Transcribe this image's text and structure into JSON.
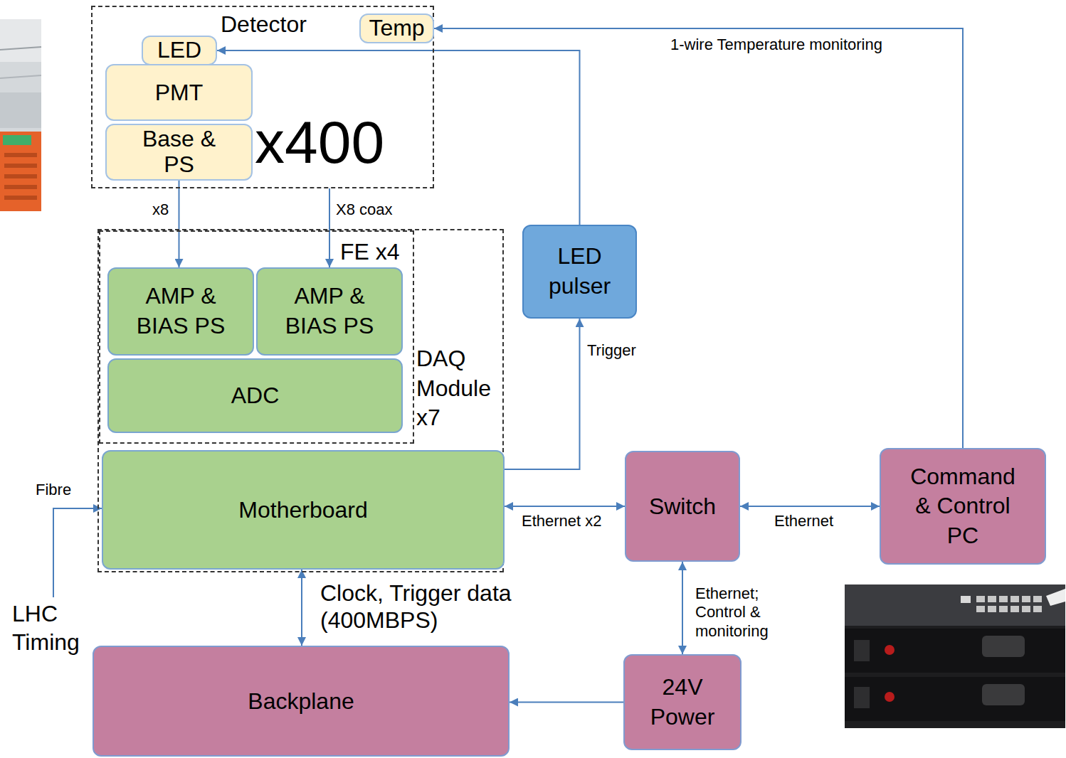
{
  "diagram": {
    "nodes": [
      {
        "text": [
          "Detector",
          "x400"
        ]
      },
      {
        "text": [
          "LED"
        ],
        "in": 0
      },
      {
        "text": [
          "Temp"
        ],
        "in": 0
      },
      {
        "text": [
          "PMT"
        ],
        "in": 0
      },
      {
        "text": [
          "Base & PS"
        ],
        "in": 0
      },
      {
        "text": [
          "DAQ Module x7"
        ]
      },
      {
        "text": [
          "FE x4"
        ],
        "in": 5
      },
      {
        "text": [
          "AMP & BIAS PS"
        ],
        "in": 6
      },
      {
        "text": [
          "AMP & BIAS PS"
        ],
        "in": 6
      },
      {
        "text": [
          "ADC"
        ],
        "in": 6
      },
      {
        "text": [
          "Motherboard"
        ],
        "in": 5
      },
      {
        "text": [
          "LED pulser"
        ]
      },
      {
        "text": [
          "Switch"
        ]
      },
      {
        "text": [
          "Command & Control PC"
        ]
      },
      {
        "text": [
          "Backplane"
        ]
      },
      {
        "text": [
          "24V Power"
        ]
      }
    ],
    "edges": [
      {
        "from": 4,
        "to": 7,
        "label": "x8",
        "arrow": "to"
      },
      {
        "from": 0,
        "to": 8,
        "label": "X8 coax",
        "arrow": "to"
      },
      {
        "from": 10,
        "to": 11,
        "label": "Trigger",
        "arrow": "to"
      },
      {
        "from": 11,
        "to": 1,
        "arrow": "to"
      },
      {
        "from": 13,
        "to": 2,
        "label": "1-wire Temperature monitoring",
        "arrow": "to"
      },
      {
        "from": 10,
        "to": 12,
        "label": "Ethernet x2",
        "arrow": "both"
      },
      {
        "from": 12,
        "to": 13,
        "label": "Ethernet",
        "arrow": "both"
      },
      {
        "from": 12,
        "to": 15,
        "label": "Ethernet; Control & monitoring",
        "arrow": "both"
      },
      {
        "from": 15,
        "to": 14,
        "arrow": "to"
      },
      {
        "from": 10,
        "to": 14,
        "label": "Clock, Trigger data (400MBPS)",
        "arrow": "both"
      }
    ],
    "labels": [
      "Fibre",
      "LHC Timing"
    ]
  }
}
